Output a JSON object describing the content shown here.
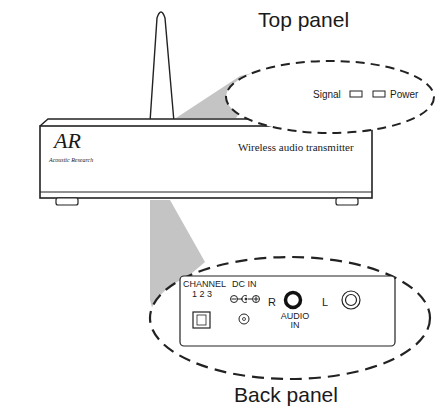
{
  "diagram": {
    "nodes": [
      {
        "text": [
          "Top panel",
          "Signal",
          "Power"
        ]
      },
      {
        "text": [
          "AR",
          "Acoustic Research",
          "Wireless audio transmitter"
        ]
      },
      {
        "text": [
          "Back panel"
        ]
      },
      {
        "text": [
          "CHANNEL",
          "1 2 3",
          "DC IN",
          "R",
          "AUDIO IN",
          "L"
        ],
        "in": 2
      }
    ]
  }
}
